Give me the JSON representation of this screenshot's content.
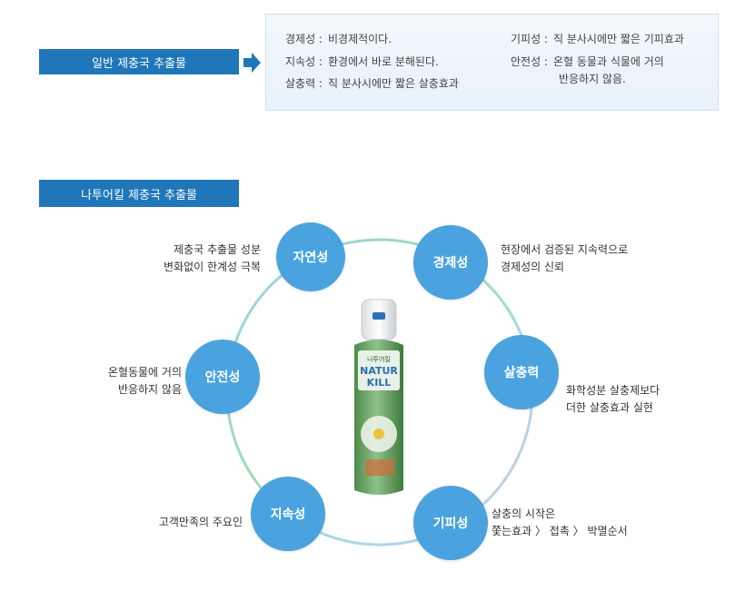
{
  "general": {
    "label": "일반 제충국 추출물",
    "props": [
      {
        "key": "경제성 :",
        "value": "비경제적이다."
      },
      {
        "key": "지속성 :",
        "value": "환경에서 바로 분해된다."
      },
      {
        "key": "살충력 :",
        "value": "직 분사시에만 짧은 살충효과"
      },
      {
        "key": "기피성 :",
        "value": "직 분사시에만  짧은 기피효과"
      },
      {
        "key": "안전성 :",
        "value": "온혈 동물과 식물에 거의"
      },
      {
        "key": "",
        "value": "반응하지 않음."
      }
    ]
  },
  "natur": {
    "label": "나투어킬  제충국 추출물",
    "nodes": [
      {
        "label": "자연성",
        "desc": [
          "제충국 추출물 성분",
          "변화없이 한계성 극복"
        ]
      },
      {
        "label": "경제성",
        "desc": [
          "현장에서 검증된 지속력으로",
          "경제성의 신뢰"
        ]
      },
      {
        "label": "살충력",
        "desc": [
          "화학성분 살충제보다",
          "더한 살충효과 실현"
        ]
      },
      {
        "label": "기피성",
        "desc": [
          "살충의 시작은",
          "쫓는효과 〉 접촉 〉 박멸순서"
        ]
      },
      {
        "label": "지속성",
        "desc": [
          "고객만족의 주요인"
        ]
      },
      {
        "label": "안전성",
        "desc": [
          "온혈동물에 거의",
          "반응하지 않음"
        ]
      }
    ]
  },
  "product": {
    "brand_top": "나투어킬",
    "brand_line1": "NATUR",
    "brand_line2": "KILL"
  },
  "colors": {
    "brand_blue": "#1f76b8",
    "node_blue": "#4aa3df",
    "ring_blue": "#9fd0ec",
    "ring_green": "#9fdcb4",
    "ring_gray": "#c8ccd2"
  }
}
